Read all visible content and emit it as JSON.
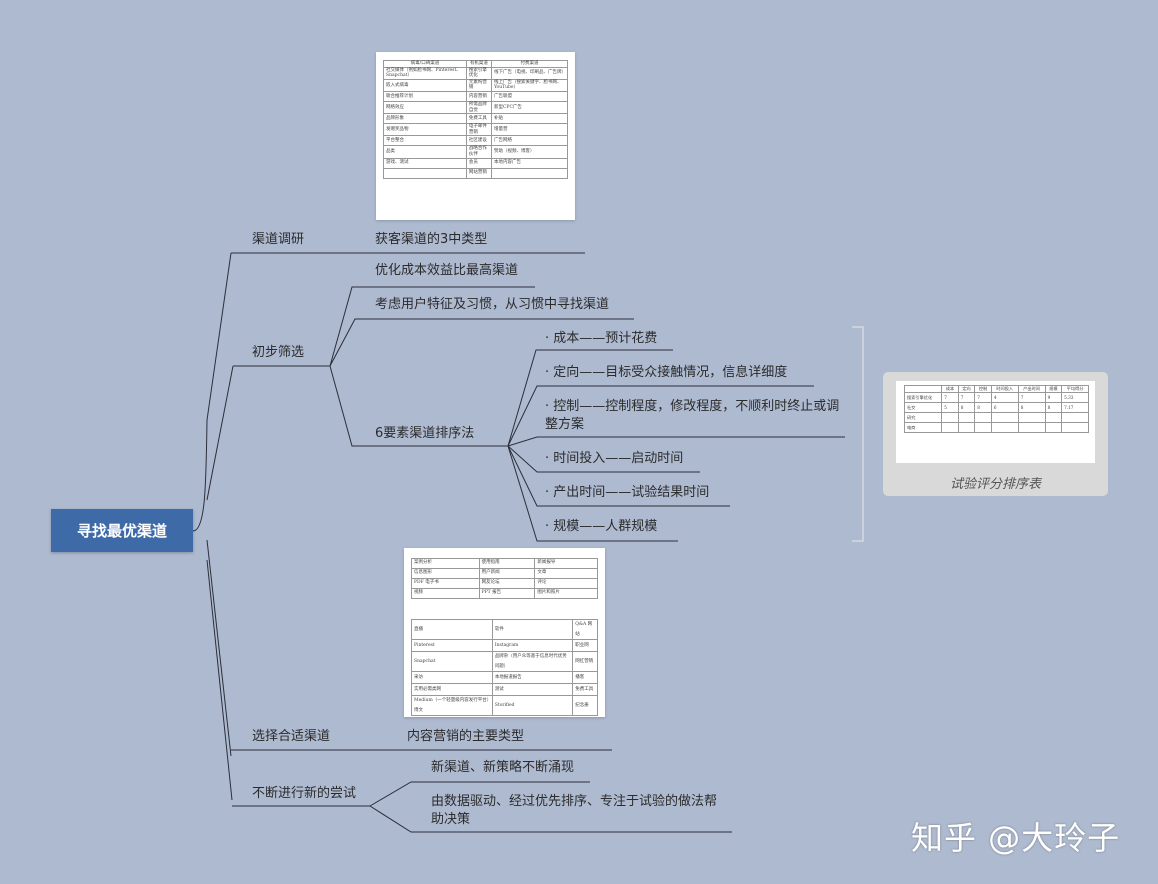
{
  "root": {
    "label": "寻找最优渠道"
  },
  "branches": {
    "research": {
      "label": "渠道调研",
      "child": "获客渠道的3中类型"
    },
    "screening": {
      "label": "初步筛选",
      "children": [
        "优化成本效益比最高渠道",
        "考虑用户特征及习惯，从习惯中寻找渠道",
        "6要素渠道排序法"
      ],
      "factors": [
        "· 成本——预计花费",
        "· 定向——目标受众接触情况，信息详细度",
        "· 控制——控制程度，修改程度，不顺利时终止或调整方案",
        "· 时间投入——启动时间",
        "· 产出时间——试验结果时间",
        "· 规模——人群规模"
      ]
    },
    "choose": {
      "label": "选择合适渠道",
      "child": "内容营销的主要类型"
    },
    "trying": {
      "label": "不断进行新的尝试",
      "children": [
        "新渠道、新策略不断涌现",
        "由数据驱动、经过优先排序、专注于试验的做法帮助决策"
      ]
    }
  },
  "channel_table": {
    "headers": [
      "病毒/口碑渠道",
      "有机渠道",
      "付费渠道"
    ],
    "rows": [
      [
        "社交媒体（例如脸书网、Pinterest、Snapchat）",
        "搜索引擎优化",
        "线下广告（电视、印刷品、广告牌）"
      ],
      [
        "嵌入式病毒",
        "元素构营销",
        "线上广告（搜索关键字、脸书网、YouTube）"
      ],
      [
        "联合推荐计划",
        "内容营销",
        "广告联盟"
      ],
      [
        "网络效应",
        "所需品牌自觉",
        "新型CPC广告"
      ],
      [
        "品牌形象",
        "免费工具",
        "补贴"
      ],
      [
        "发赠奖品物",
        "电子邮件营销",
        "增量营"
      ],
      [
        "平台整合",
        "社区建设",
        "广告网络"
      ],
      [
        "品类",
        "战略合作伙伴",
        "赞助（视频、博客）"
      ],
      [
        "游戏、测试",
        "会员",
        "本地内容广告"
      ],
      [
        "",
        "网站营销",
        ""
      ]
    ]
  },
  "content_table": {
    "block1": [
      [
        "案例分析",
        "使用指南",
        "新闻报导"
      ],
      [
        "信息图形",
        "用户新闻",
        "文章"
      ],
      [
        "PDF 电子书",
        "网友论坛",
        "评论"
      ],
      [
        "视频",
        "PPT 报告",
        "图片和照片"
      ]
    ],
    "block2": [
      [
        "直播",
        "软件",
        "Q&A 网站"
      ],
      [
        "Pinterest",
        "Instagram",
        "职业网"
      ],
      [
        "Snapchat",
        "品牌杂（用户众等基于信息时代优势问题）",
        "网红营销"
      ],
      [
        "采访",
        "本地报道报告",
        "播客"
      ],
      [
        "实用必需类网",
        "测试",
        "免费工具"
      ],
      [
        "Medium（一个轻量级内容发行平台）博文",
        "Storified",
        "纪念册"
      ]
    ]
  },
  "score_table": {
    "headers": [
      "",
      "成本",
      "定向",
      "控制",
      "时间投入",
      "产出时间",
      "规模",
      "平均得分"
    ],
    "rows": [
      [
        "搜索引擎优化",
        "7",
        "7",
        "7",
        "4",
        "7",
        "9",
        "5.33"
      ],
      [
        "社交",
        "5",
        "8",
        "8",
        "6",
        "8",
        "8",
        "7.17"
      ],
      [
        "研究",
        "",
        "",
        "",
        "",
        "",
        "",
        ""
      ],
      [
        "电商",
        "",
        "",
        "",
        "",
        "",
        "",
        ""
      ]
    ],
    "caption": "试验评分排序表"
  },
  "watermark": "知乎 @大玲子"
}
